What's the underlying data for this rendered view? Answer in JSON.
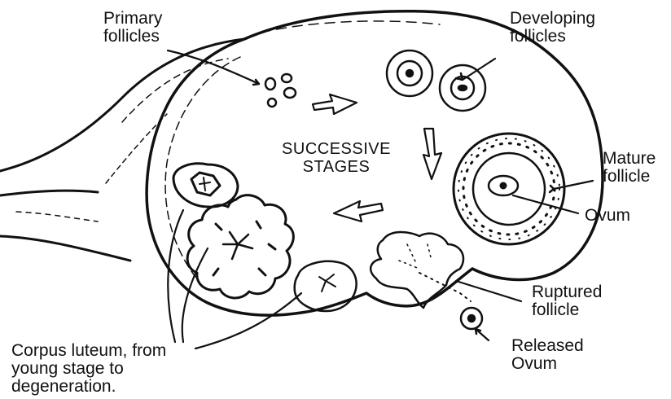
{
  "diagram": {
    "center_label": "SUCCESSIVE\nSTAGES",
    "labels": {
      "primary_follicles": "Primary\nfollicles",
      "developing_follicles": "Developing\nfollicles",
      "mature_follicle": "Mature\nfollicle",
      "ovum": "Ovum",
      "ruptured_follicle": "Ruptured\nfollicle",
      "released_ovum": "Released\nOvum",
      "corpus_luteum": "Corpus luteum, from\nyoung stage to\ndegeneration."
    },
    "ink_color": "#111111"
  }
}
